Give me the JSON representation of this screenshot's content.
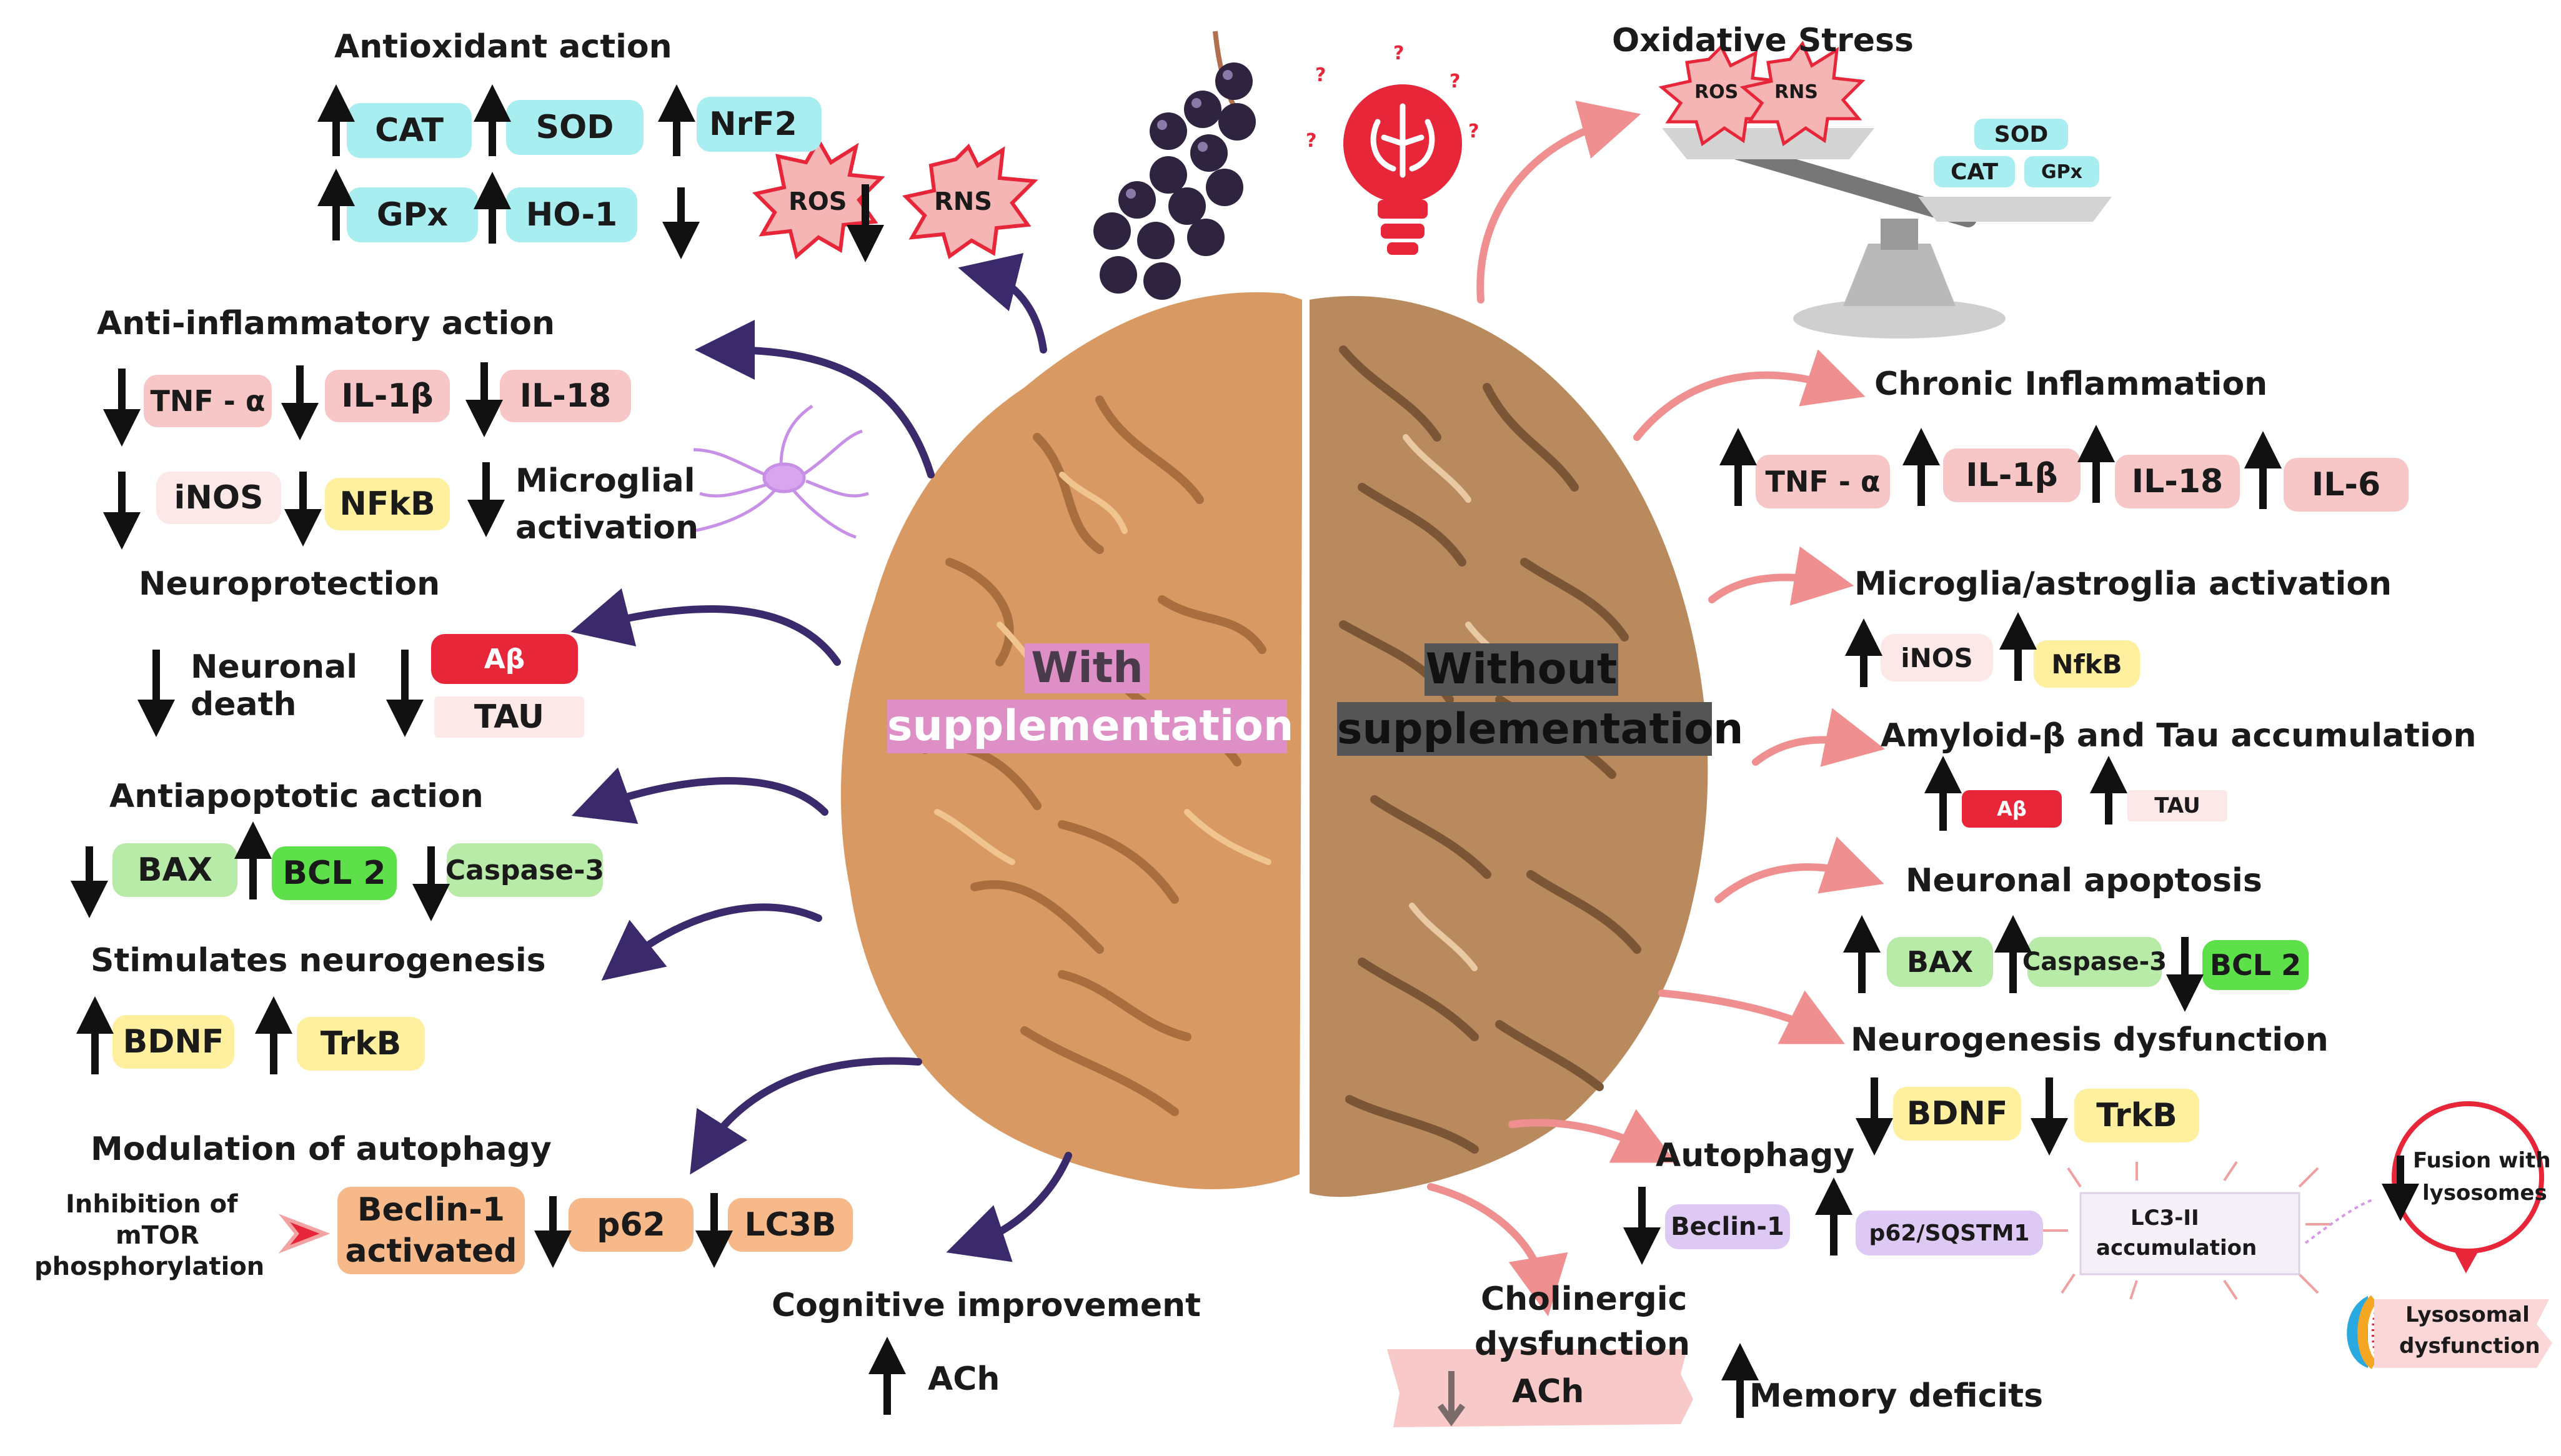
{
  "center": {
    "with": [
      "With",
      "supplementation"
    ],
    "without": [
      "Without",
      "supplementation"
    ]
  },
  "left": {
    "antioxidant": {
      "title": "Antioxidant action",
      "items": [
        "CAT",
        "SOD",
        "NrF2",
        "GPx",
        "HO-1",
        "ROS",
        "RNS"
      ]
    },
    "antiinflammatory": {
      "title": "Anti-inflammatory action",
      "items": [
        "TNF - α",
        "IL-1β",
        "IL-18",
        "iNOS",
        "NFkB"
      ],
      "microglial": [
        "Microglial",
        "activation"
      ]
    },
    "neuroprotection": {
      "title": "Neuroprotection",
      "neuronal_death": [
        "Neuronal",
        "death"
      ],
      "abeta": "Aβ",
      "tau": "TAU"
    },
    "antiapoptotic": {
      "title": "Antiapoptotic action",
      "items": [
        "BAX",
        "BCL 2",
        "Caspase-3"
      ]
    },
    "neurogenesis": {
      "title": "Stimulates neurogenesis",
      "items": [
        "BDNF",
        "TrkB"
      ]
    },
    "autophagy": {
      "title": "Modulation of autophagy",
      "inhibition": [
        "Inhibition of",
        "mTOR",
        "phosphorylation"
      ],
      "beclin": [
        "Beclin-1",
        "activated"
      ],
      "items": [
        "p62",
        "LC3B"
      ]
    },
    "cognitive": {
      "title": "Cognitive improvement",
      "ach": "ACh"
    }
  },
  "right": {
    "oxidative": {
      "title": "Oxidative Stress",
      "bursts": [
        "ROS",
        "RNS"
      ],
      "scale": [
        "SOD",
        "CAT",
        "GPx"
      ]
    },
    "chronic": {
      "title": "Chronic Inflammation",
      "items": [
        "TNF - α",
        "IL-1β",
        "IL-18",
        "IL-6"
      ]
    },
    "microglia": {
      "title": "Microglia/astroglia activation",
      "items": [
        "iNOS",
        "NfkB"
      ]
    },
    "amyloid": {
      "title": "Amyloid-β and Tau accumulation",
      "abeta": "Aβ",
      "tau": "TAU"
    },
    "apoptosis": {
      "title": "Neuronal apoptosis",
      "items": [
        "BAX",
        "Caspase-3",
        "BCL 2"
      ]
    },
    "neurogenesis": {
      "title": "Neurogenesis dysfunction",
      "items": [
        "BDNF",
        "TrkB"
      ]
    },
    "autophagy": {
      "title": "Autophagy",
      "beclin": "Beclin-1",
      "p62": "p62/SQSTM1",
      "lc3": [
        "LC3-II",
        "accumulation"
      ],
      "fusion": [
        "Fusion with",
        "lysosomes"
      ],
      "lysosomal": [
        "Lysosomal",
        "dysfunction"
      ]
    },
    "cholinergic": {
      "title": [
        "Cholinergic",
        "dysfunction"
      ],
      "ach": "ACh"
    },
    "memory": {
      "label": "Memory deficits"
    }
  },
  "colors": {
    "purple_arrow": "#3b2a6b",
    "pink_arrow": "#f08f8f",
    "cyan": "#a8eef0",
    "pink": "#f7c6c6",
    "yellow": "#fff0a0",
    "green": "#b8eaa8",
    "bright_green": "#5ee04a",
    "orange": "#f8b98a",
    "red": "#e8263a",
    "lavender": "#ddc9f4",
    "center_with": "#dd8fc6",
    "center_without": "#555555",
    "brain_left": "#d89a62",
    "brain_right": "#b98a5e"
  },
  "icons": [
    "grapes-icon",
    "brain-lightbulb-icon",
    "microglia-icon",
    "balance-scale-icon",
    "neuron-membrane-icon"
  ]
}
